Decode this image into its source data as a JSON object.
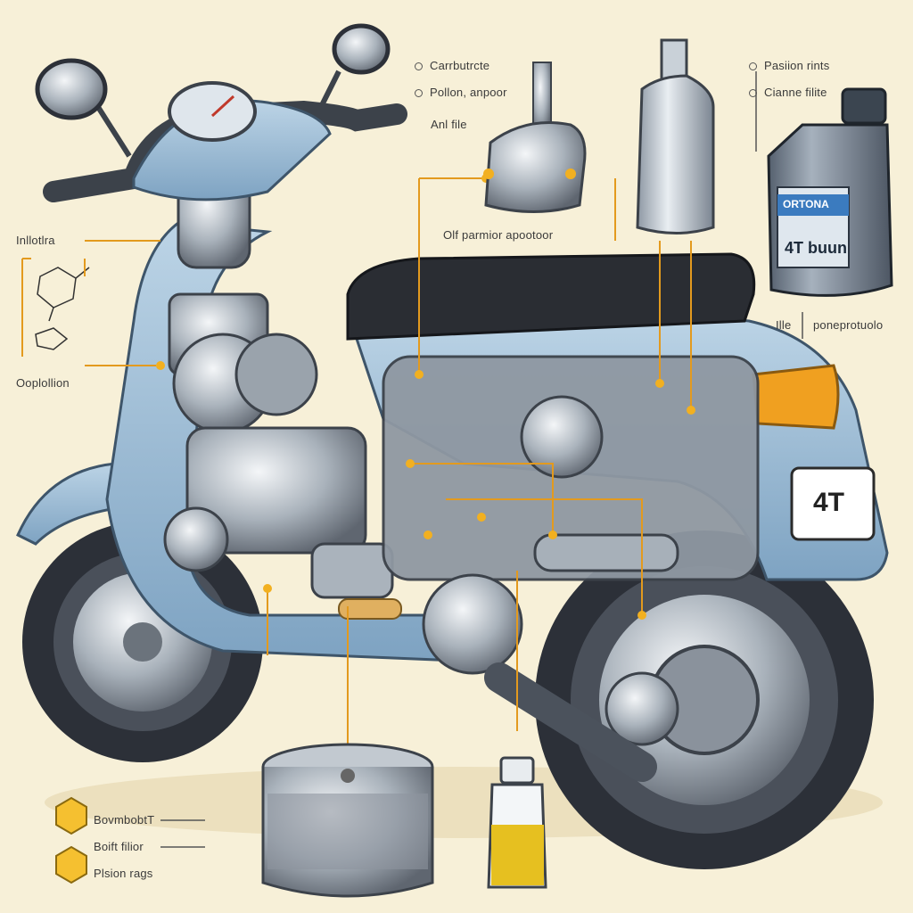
{
  "labels": {
    "carburetor": "Carrbutrcte",
    "piston_sensor": "Pollon, anpoor",
    "air_filter": "Anl file",
    "oil_pump": "Olf parmior apootoor",
    "piston_rings_top": "Pasiion rints",
    "game_filter": "Cianne filite",
    "left_top": "Inllotlra",
    "left_mid": "Ooplollion",
    "right_mid": "Ille",
    "right_mid2": "poneprotuolo",
    "bottom_1": "BovmbobtT",
    "bottom_2": "Boift filior",
    "bottom_3": "Plsion rags"
  },
  "oil_bottle": {
    "brand_text": "ORTONA",
    "grade": "4T buun"
  },
  "license_plate": "4T",
  "colors": {
    "background": "#f7f0d8",
    "body_blue": "#8fb3cf",
    "tire": "#2c3038",
    "leader": "#e39a1e",
    "seat": "#2a2d33",
    "oil": "#e6c020",
    "taillight": "#f0a020"
  }
}
